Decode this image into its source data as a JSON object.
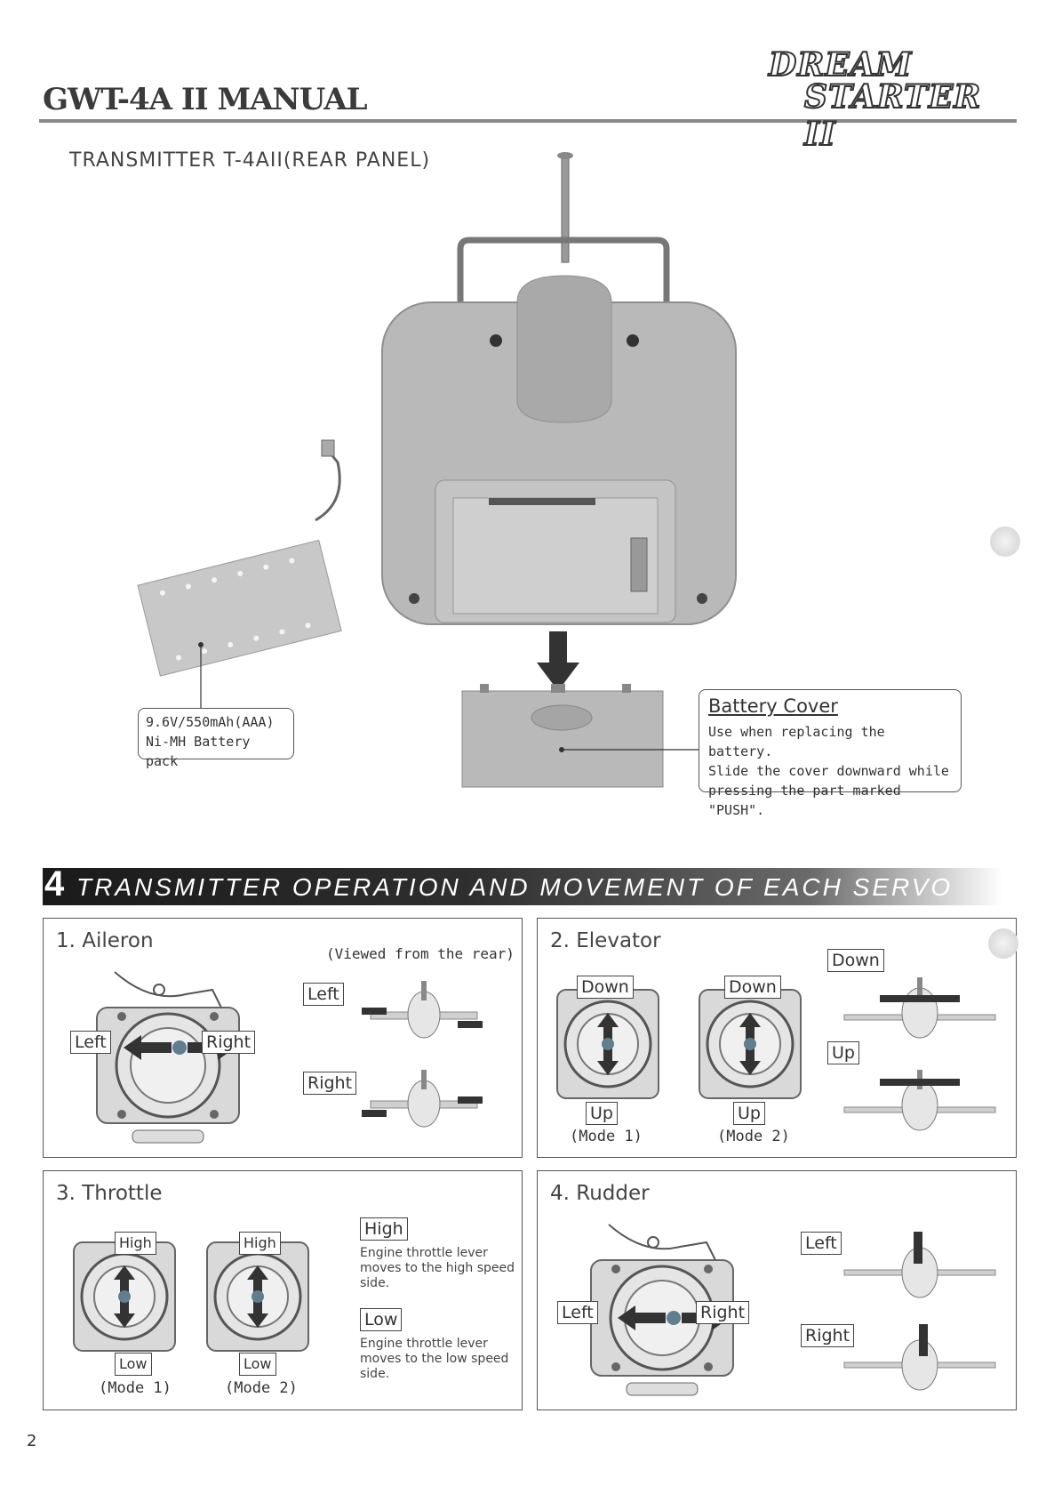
{
  "header": {
    "title": "GWT-4A II MANUAL",
    "logo_line1": "DREAM",
    "logo_line2": "STARTER II"
  },
  "rear_panel": {
    "subtitle": "TRANSMITTER T-4AII(REAR PANEL)",
    "battery_pack_line1": "9.6V/550mAh(AAA)",
    "battery_pack_line2": "Ni-MH Battery pack",
    "battery_cover_title": "Battery Cover",
    "battery_cover_desc_1": "Use when replacing the battery.",
    "battery_cover_desc_2": "Slide the cover downward while",
    "battery_cover_desc_3": "pressing the part marked \"PUSH\"."
  },
  "section": {
    "number": "4",
    "heading": "TRANSMITTER OPERATION AND MOVEMENT OF EACH SERVO"
  },
  "aileron": {
    "title": "1. Aileron",
    "note": "(Viewed from the rear)",
    "left": "Left",
    "right": "Right"
  },
  "elevator": {
    "title": "2. Elevator",
    "down": "Down",
    "up": "Up",
    "mode1": "(Mode 1)",
    "mode2": "(Mode 2)"
  },
  "throttle": {
    "title": "3. Throttle",
    "high": "High",
    "low": "Low",
    "mode1": "(Mode 1)",
    "mode2": "(Mode 2)",
    "high_desc_1": "Engine throttle lever",
    "high_desc_2": "moves to the high speed",
    "high_desc_3": "side.",
    "low_desc_1": "Engine throttle lever",
    "low_desc_2": "moves to the low speed",
    "low_desc_3": "side."
  },
  "rudder": {
    "title": "4. Rudder",
    "left": "Left",
    "right": "Right"
  },
  "page_number": "2"
}
